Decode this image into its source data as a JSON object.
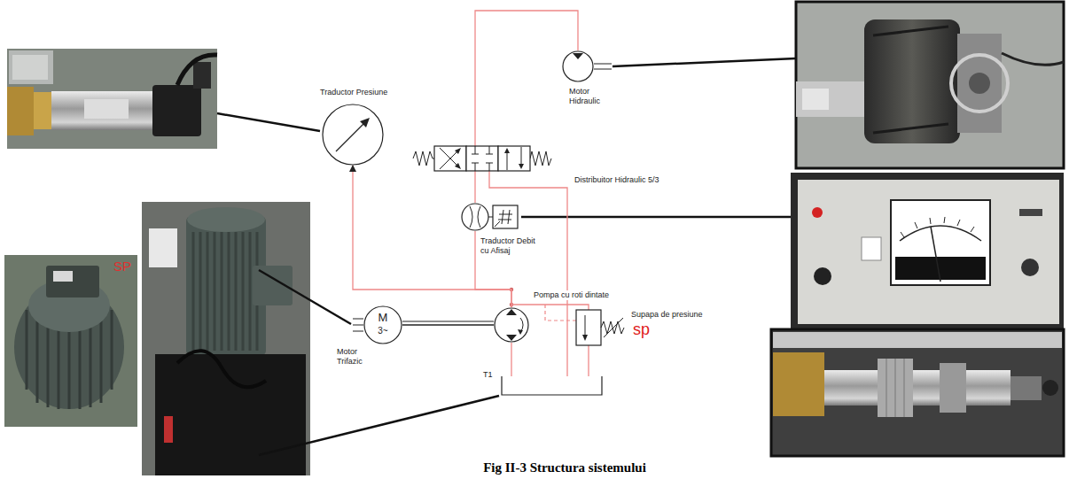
{
  "diagram": {
    "caption": "Fig II-3 Structura sistemului",
    "nodes": [
      {
        "text": [
          "Traductor Presiune"
        ]
      },
      {
        "text": [
          "Motor Hidraulic"
        ]
      },
      {
        "text": [
          "Distribuitor Hidraulic 5/3"
        ]
      },
      {
        "text": [
          "Traductor Debit cu Afisaj"
        ]
      },
      {
        "text": [
          "M",
          "3~",
          "Motor Trifazic"
        ]
      },
      {
        "text": [
          "Pompa cu roti dintate"
        ]
      },
      {
        "text": [
          "Supapa de presiune",
          "sp"
        ]
      },
      {
        "text": [
          "T1"
        ]
      }
    ],
    "edges": [
      {
        "from": 5,
        "to": 0,
        "arrow": "to"
      },
      {
        "from": 5,
        "to": 3,
        "arrow": "none"
      },
      {
        "from": 3,
        "to": 2,
        "arrow": "none"
      },
      {
        "from": 2,
        "to": 1,
        "arrow": "none"
      },
      {
        "from": 2,
        "to": 7,
        "arrow": "none"
      },
      {
        "from": 5,
        "to": 6,
        "arrow": "none"
      },
      {
        "from": 6,
        "to": 7,
        "arrow": "none"
      },
      {
        "from": 7,
        "to": 5,
        "arrow": "none"
      },
      {
        "from": 4,
        "to": 5,
        "arrow": "none"
      }
    ],
    "labels": [
      "SP"
    ]
  }
}
